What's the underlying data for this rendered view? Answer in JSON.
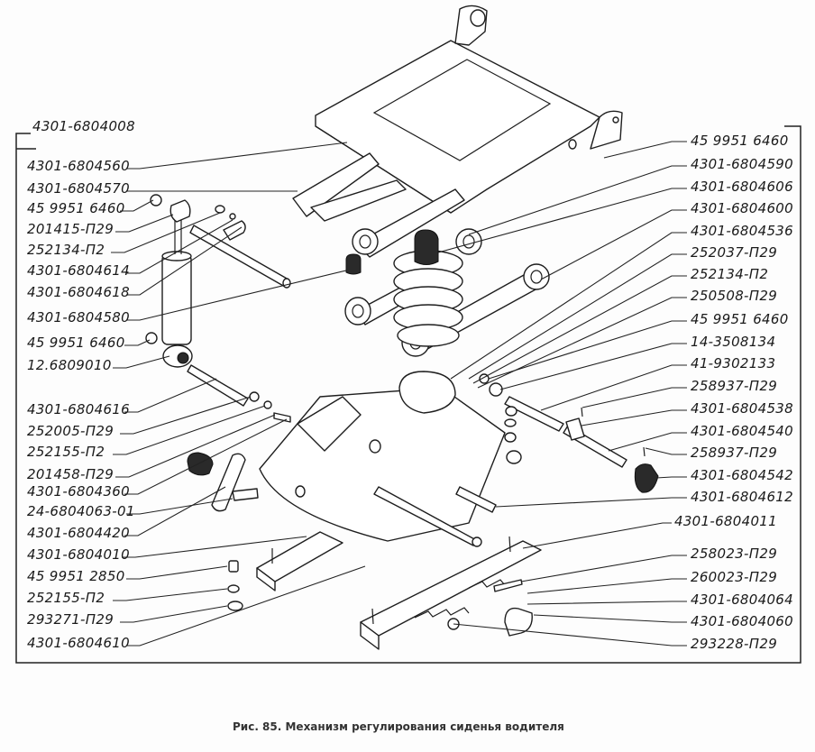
{
  "figure": {
    "caption": "Рис. 85.  Механизм регулирования сиденья водителя",
    "assembly_label": "4301-6804008"
  },
  "labels_left": [
    {
      "text": "4301-6804560"
    },
    {
      "text": "4301-6804570"
    },
    {
      "text": "45 9951 6460"
    },
    {
      "text": "201415-П29"
    },
    {
      "text": "252134-П2"
    },
    {
      "text": "4301-6804614"
    },
    {
      "text": "4301-6804618"
    },
    {
      "text": "4301-6804580"
    },
    {
      "text": "45 9951 6460"
    },
    {
      "text": "12.6809010"
    },
    {
      "text": "4301-6804616"
    },
    {
      "text": "252005-П29"
    },
    {
      "text": "252155-П2"
    },
    {
      "text": "201458-П29"
    },
    {
      "text": "4301-6804360"
    },
    {
      "text": "24-6804063-01"
    },
    {
      "text": "4301-6804420"
    },
    {
      "text": "4301-6804010"
    },
    {
      "text": "45 9951 2850"
    },
    {
      "text": "252155-П2"
    },
    {
      "text": "293271-П29"
    },
    {
      "text": "4301-6804610"
    }
  ],
  "labels_right": [
    {
      "text": "45 9951 6460"
    },
    {
      "text": "4301-6804590"
    },
    {
      "text": "4301-6804606"
    },
    {
      "text": "4301-6804600"
    },
    {
      "text": "4301-6804536"
    },
    {
      "text": "252037-П29"
    },
    {
      "text": "252134-П2"
    },
    {
      "text": "250508-П29"
    },
    {
      "text": "45 9951 6460"
    },
    {
      "text": "14-3508134"
    },
    {
      "text": "41-9302133"
    },
    {
      "text": "258937-П29"
    },
    {
      "text": "4301-6804538"
    },
    {
      "text": "4301-6804540"
    },
    {
      "text": "258937-П29"
    },
    {
      "text": "4301-6804542"
    },
    {
      "text": "4301-6804612"
    },
    {
      "text": "4301-6804011"
    },
    {
      "text": "258023-П29"
    },
    {
      "text": "260023-П29"
    },
    {
      "text": "4301-6804064"
    },
    {
      "text": "4301-6804060"
    },
    {
      "text": "293228-П29"
    }
  ]
}
